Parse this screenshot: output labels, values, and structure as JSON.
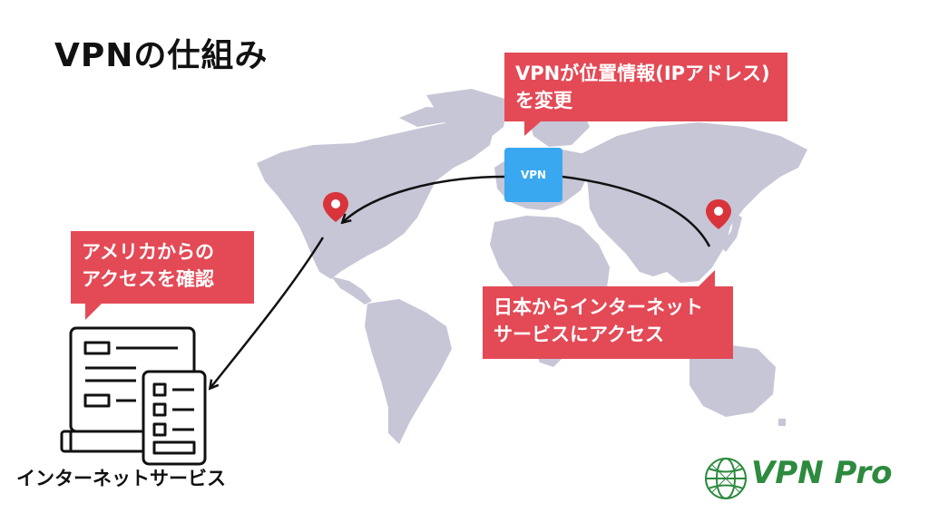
{
  "title": "VPNの仕組み",
  "callouts": {
    "vpn": [
      "VPNが位置情報(IPアドレス)",
      "を変更"
    ],
    "america": [
      "アメリカからの",
      "アクセスを確認"
    ],
    "japan": [
      "日本からインターネット",
      "サービスにアクセス"
    ]
  },
  "vpn_box_label": "VPN",
  "service_label": "インターネットサービス",
  "logo": {
    "text": "VPN Pro",
    "icon": "globe-icon"
  },
  "icons": {
    "pin_america": "map-pin-icon",
    "pin_japan": "map-pin-icon",
    "service": "website-devices-icon"
  },
  "colors": {
    "callout": "#e34a56",
    "vpn_box": "#3aa8f0",
    "map": "#c6c6d6",
    "pin": "#d9343b",
    "logo": "#2d8a3e"
  }
}
